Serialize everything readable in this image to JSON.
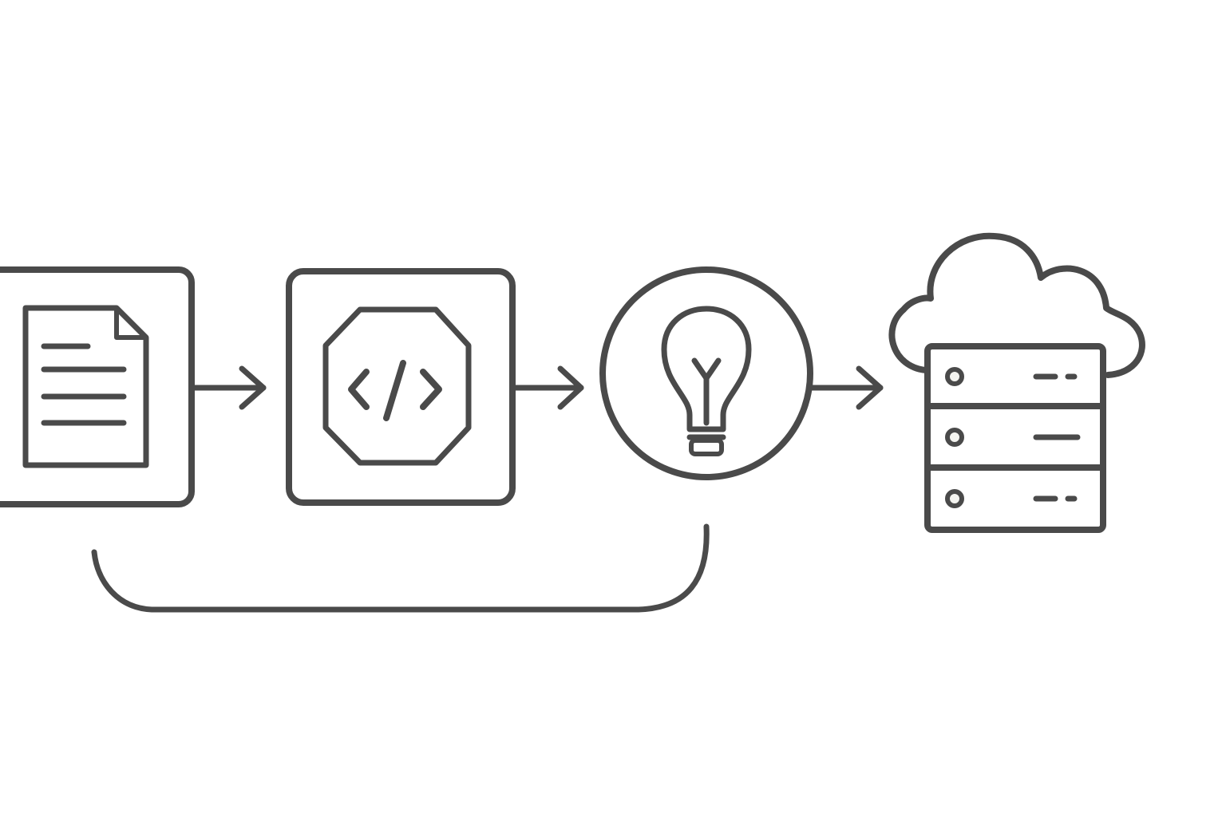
{
  "diagram": {
    "style": "pencil-sketch",
    "colors": {
      "ink": "#4a4a4a",
      "fill": "#f3f3ef",
      "hatch": "#c9c9c4",
      "background": "#ffffff"
    },
    "nodes": [
      {
        "id": "document",
        "shape": "rounded-square",
        "icon": "document-icon"
      },
      {
        "id": "code",
        "shape": "rounded-square",
        "icon": "code-octagon-icon"
      },
      {
        "id": "idea",
        "shape": "circle",
        "icon": "lightbulb-icon"
      },
      {
        "id": "cloud-server",
        "shape": "none",
        "icon": "cloud-server-icon"
      }
    ],
    "edges": [
      {
        "from": "document",
        "to": "code",
        "kind": "arrow"
      },
      {
        "from": "code",
        "to": "idea",
        "kind": "arrow"
      },
      {
        "from": "idea",
        "to": "cloud-server",
        "kind": "arrow"
      },
      {
        "from": "idea",
        "to": "document",
        "kind": "feedback-loop"
      }
    ]
  }
}
